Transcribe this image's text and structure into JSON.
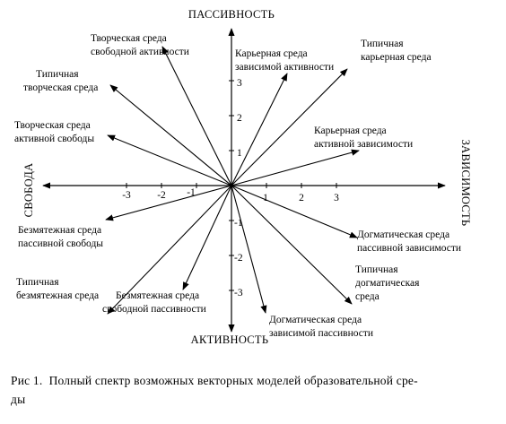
{
  "axes": {
    "top": "ПАССИВНОСТЬ",
    "bottom": "АКТИВНОСТЬ",
    "left": "СВОБОДА",
    "right": "ЗАВИСИМОСТЬ"
  },
  "ticks": {
    "x": [
      "-3",
      "-2",
      "-1",
      "1",
      "2",
      "3"
    ],
    "y": [
      "3",
      "2",
      "1",
      "-1",
      "-2",
      "-3"
    ]
  },
  "vectors": [
    {
      "label": [
        "Творческая среда",
        "свободной активности"
      ]
    },
    {
      "label": [
        "Карьерная среда",
        "зависимой активности"
      ]
    },
    {
      "label": [
        "Типичная",
        "карьерная среда"
      ]
    },
    {
      "label": [
        "Типичная",
        "творческая среда"
      ]
    },
    {
      "label": [
        "Творческая среда",
        "активной свободы"
      ]
    },
    {
      "label": [
        "Карьерная среда",
        "активной зависимости"
      ]
    },
    {
      "label": [
        "Безмятежная среда",
        "пассивной свободы"
      ]
    },
    {
      "label": [
        "Догматическая среда",
        "пассивной зависимости"
      ]
    },
    {
      "label": [
        "Типичная",
        "догматическая",
        "среда"
      ]
    },
    {
      "label": [
        "Типичная",
        "безмятежная среда"
      ]
    },
    {
      "label": [
        "Безмятежная среда",
        "свободной пассивности"
      ]
    },
    {
      "label": [
        "Догматическая среда",
        "зависимой пассивности"
      ]
    }
  ],
  "caption": {
    "line1": "Рис 1.  Полный спектр возможных векторных моделей образовательной сре-",
    "line2": "ды"
  }
}
